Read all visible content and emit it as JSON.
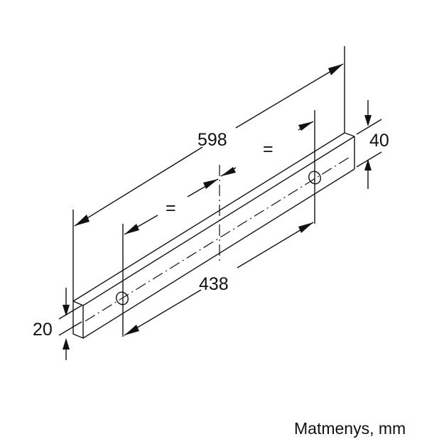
{
  "diagram": {
    "type": "technical-dimension-drawing",
    "subject": "flat bar / strip with two mounting holes (isometric view)",
    "dimensions": {
      "overall_length": "598",
      "hole_spacing": "438",
      "height": "40",
      "thickness": "20",
      "equal_left": "=",
      "equal_right": "="
    },
    "caption": "Matmenys, mm",
    "colors": {
      "line": "#111111",
      "background": "#ffffff"
    }
  }
}
